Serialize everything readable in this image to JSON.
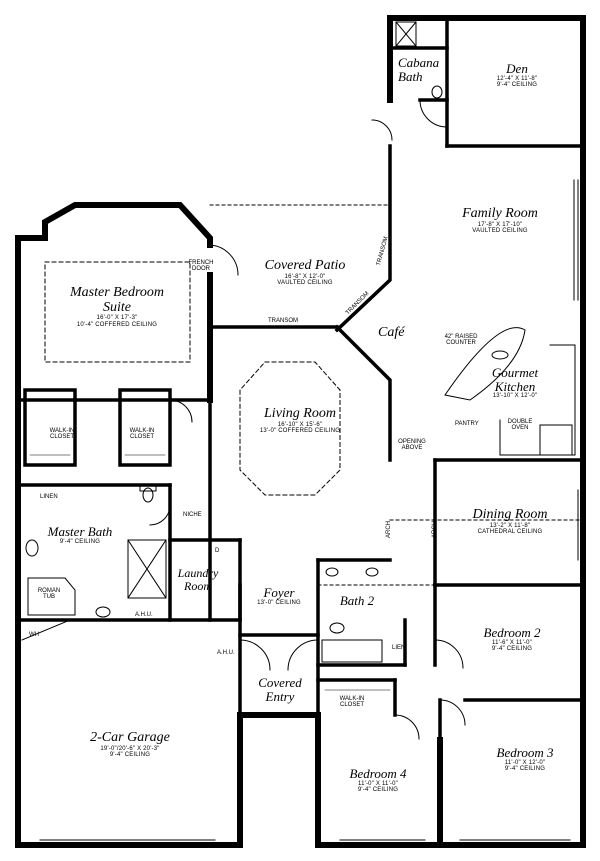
{
  "rooms": {
    "den": {
      "name": "Den",
      "dims": "12'-4\" X 11'-8\"",
      "ceiling": "9'-4\" CEILING"
    },
    "cabana_bath": {
      "name": "Cabana Bath"
    },
    "family_room": {
      "name": "Family Room",
      "dims": "17'-8\" X 17'-10\"",
      "ceiling": "VAULTED CEILING"
    },
    "covered_patio": {
      "name": "Covered Patio",
      "dims": "16'-8\" X 12'-0\"",
      "ceiling": "VAULTED CEILING"
    },
    "master_bedroom": {
      "name": "Master Bedroom Suite",
      "dims": "16'-0\" X 17'-3\"",
      "ceiling": "10'-4\" COFFERED CEILING"
    },
    "cafe": {
      "name": "Café"
    },
    "gourmet_kitchen": {
      "name": "Gourmet Kitchen",
      "dims": "13'-10\" X 12'-0\""
    },
    "living_room": {
      "name": "Living Room",
      "dims": "16'-10\" X 15'-6\"",
      "ceiling": "13'-0\" COFFERED CEILING"
    },
    "dining_room": {
      "name": "Dining Room",
      "dims": "13'-2\" X 11'-8\"",
      "ceiling": "CATHEDRAL CEILING"
    },
    "master_bath": {
      "name": "Master Bath",
      "ceiling": "9'-4\" CEILING"
    },
    "laundry_room": {
      "name": "Laundry Room"
    },
    "foyer": {
      "name": "Foyer",
      "ceiling": "13'-0\" CEILING"
    },
    "bath2": {
      "name": "Bath 2"
    },
    "bedroom2": {
      "name": "Bedroom 2",
      "dims": "11'-6\" X 11'-0\"",
      "ceiling": "9'-4\" CEILING"
    },
    "covered_entry": {
      "name": "Covered Entry"
    },
    "garage": {
      "name": "2-Car Garage",
      "dims": "19'-0\"/20'-6\" X 20'-3\"",
      "ceiling": "9'-4\" CEILING"
    },
    "bedroom3": {
      "name": "Bedroom 3",
      "dims": "11'-0\" X 12'-0\"",
      "ceiling": "9'-4\" CEILING"
    },
    "bedroom4": {
      "name": "Bedroom 4",
      "dims": "11'-0\" X 11'-0\"",
      "ceiling": "9'-4\" CEILING"
    }
  },
  "annotations": {
    "french_door": "FRENCH DOOR",
    "transom": "TRANSOM",
    "raised_counter": "42\" RAISED COUNTER",
    "pantry": "PANTRY",
    "double_oven": "DOUBLE OVEN",
    "opening_above": "OPENING ABOVE",
    "arch": "ARCH",
    "walk_in_closet": "WALK-IN CLOSET",
    "linen": "LINEN",
    "lien": "LIEN",
    "niche": "NICHE",
    "roman_tub": "ROMAN TUB",
    "ahu": "A.H.U.",
    "wh": "WH",
    "d": "D"
  }
}
